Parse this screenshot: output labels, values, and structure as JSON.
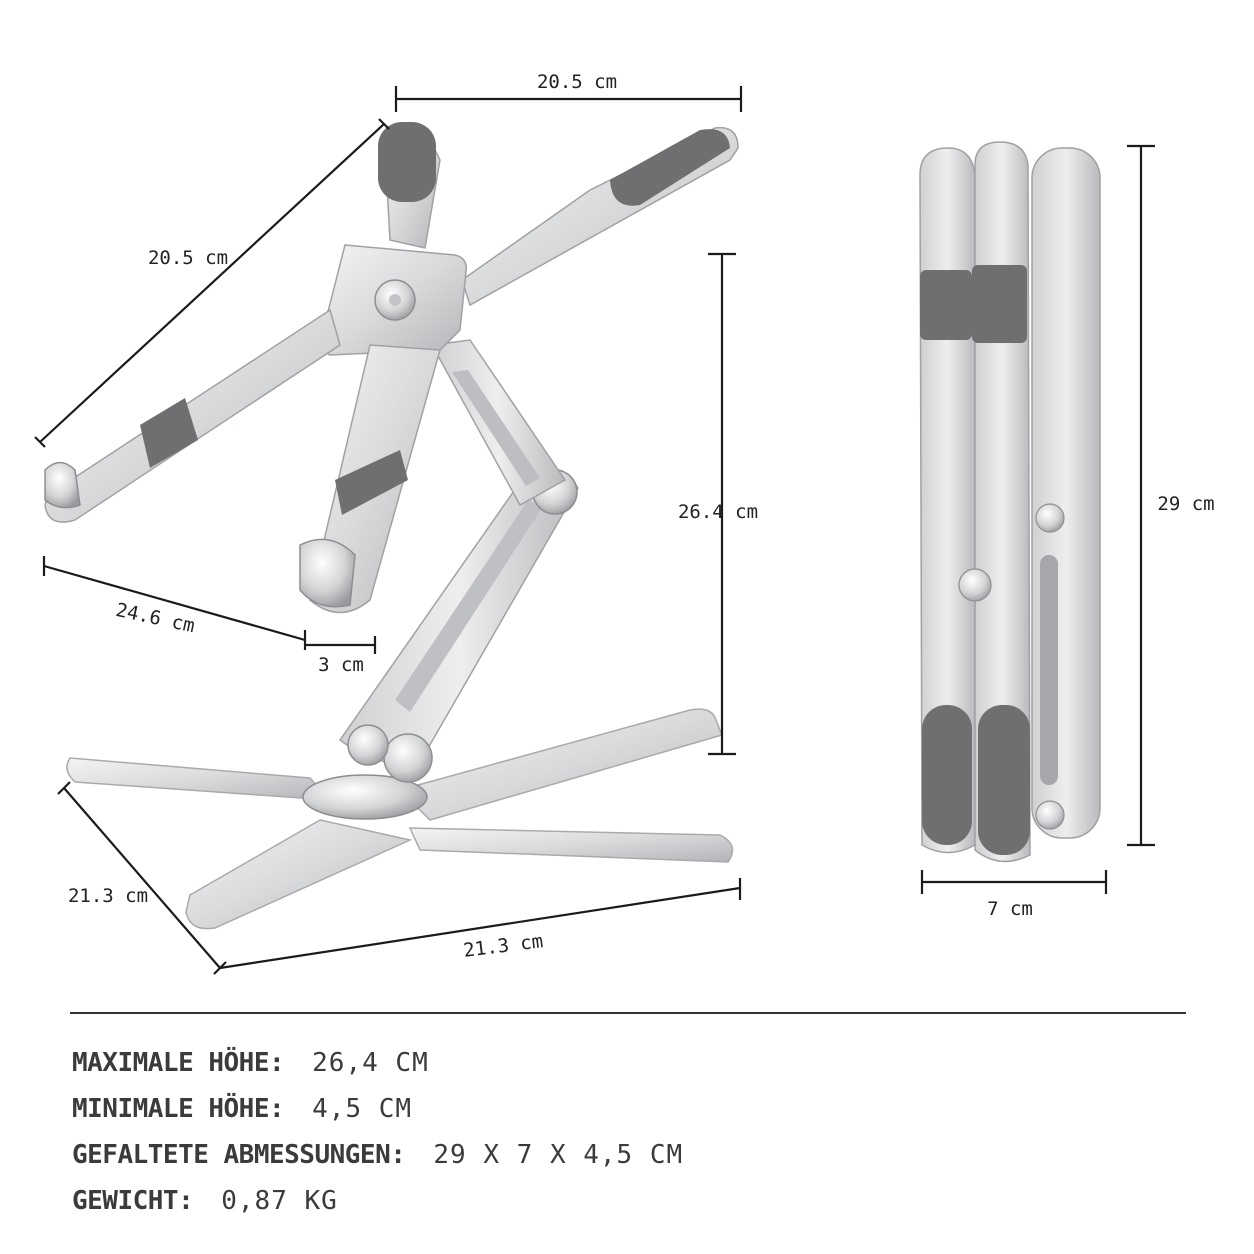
{
  "dimensions": {
    "top_width": "20.5 cm",
    "arm_length": "20.5 cm",
    "height": "26.4 cm",
    "lower_arm": "24.6 cm",
    "lip": "3 cm",
    "base_depth": "21.3 cm",
    "base_width": "21.3 cm",
    "folded_height": "29 cm",
    "folded_width": "7 cm"
  },
  "specs": [
    {
      "label": "MAXIMALE HÖHE:",
      "value": "26,4 CM"
    },
    {
      "label": "MINIMALE HÖHE:",
      "value": "4,5 CM"
    },
    {
      "label": "GEFALTETE ABMESSUNGEN:",
      "value": "29 X 7 X 4,5 CM"
    },
    {
      "label": "GEWICHT:",
      "value": "0,87 KG"
    }
  ],
  "colors": {
    "metal_light": "#e9e9ea",
    "metal_mid": "#c9cacc",
    "metal_dark": "#9d9ea1",
    "pad": "#6f6f71",
    "line": "#1b1b1b"
  }
}
